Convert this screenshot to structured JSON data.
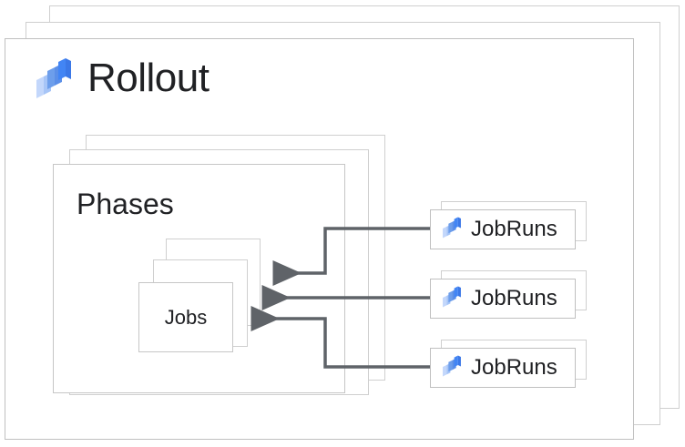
{
  "diagram": {
    "title": "Rollout",
    "background_color": "#ffffff",
    "card_border_color": "#c6c6c6",
    "connector_color": "#5f6368",
    "text_color": "#202124",
    "logo": {
      "icon_name": "cloud-deploy-logo-icon",
      "shades": [
        "#c3d7fb",
        "#6d9eeb",
        "#4285f4"
      ]
    },
    "rollout_stack": {
      "label": "Rollout",
      "count": 3
    },
    "phases_stack": {
      "label": "Phases",
      "count": 3
    },
    "jobs_stack": {
      "label": "Jobs",
      "count": 3
    },
    "jobruns": [
      {
        "label": "JobRuns",
        "icon_name": "cloud-deploy-logo-icon"
      },
      {
        "label": "JobRuns",
        "icon_name": "cloud-deploy-logo-icon"
      },
      {
        "label": "JobRuns",
        "icon_name": "cloud-deploy-logo-icon"
      }
    ],
    "connectors": [
      {
        "from": "jobruns-1",
        "to": "jobs",
        "direction": "left"
      },
      {
        "from": "jobruns-2",
        "to": "jobs",
        "direction": "left"
      },
      {
        "from": "jobruns-3",
        "to": "jobs",
        "direction": "left"
      }
    ]
  }
}
